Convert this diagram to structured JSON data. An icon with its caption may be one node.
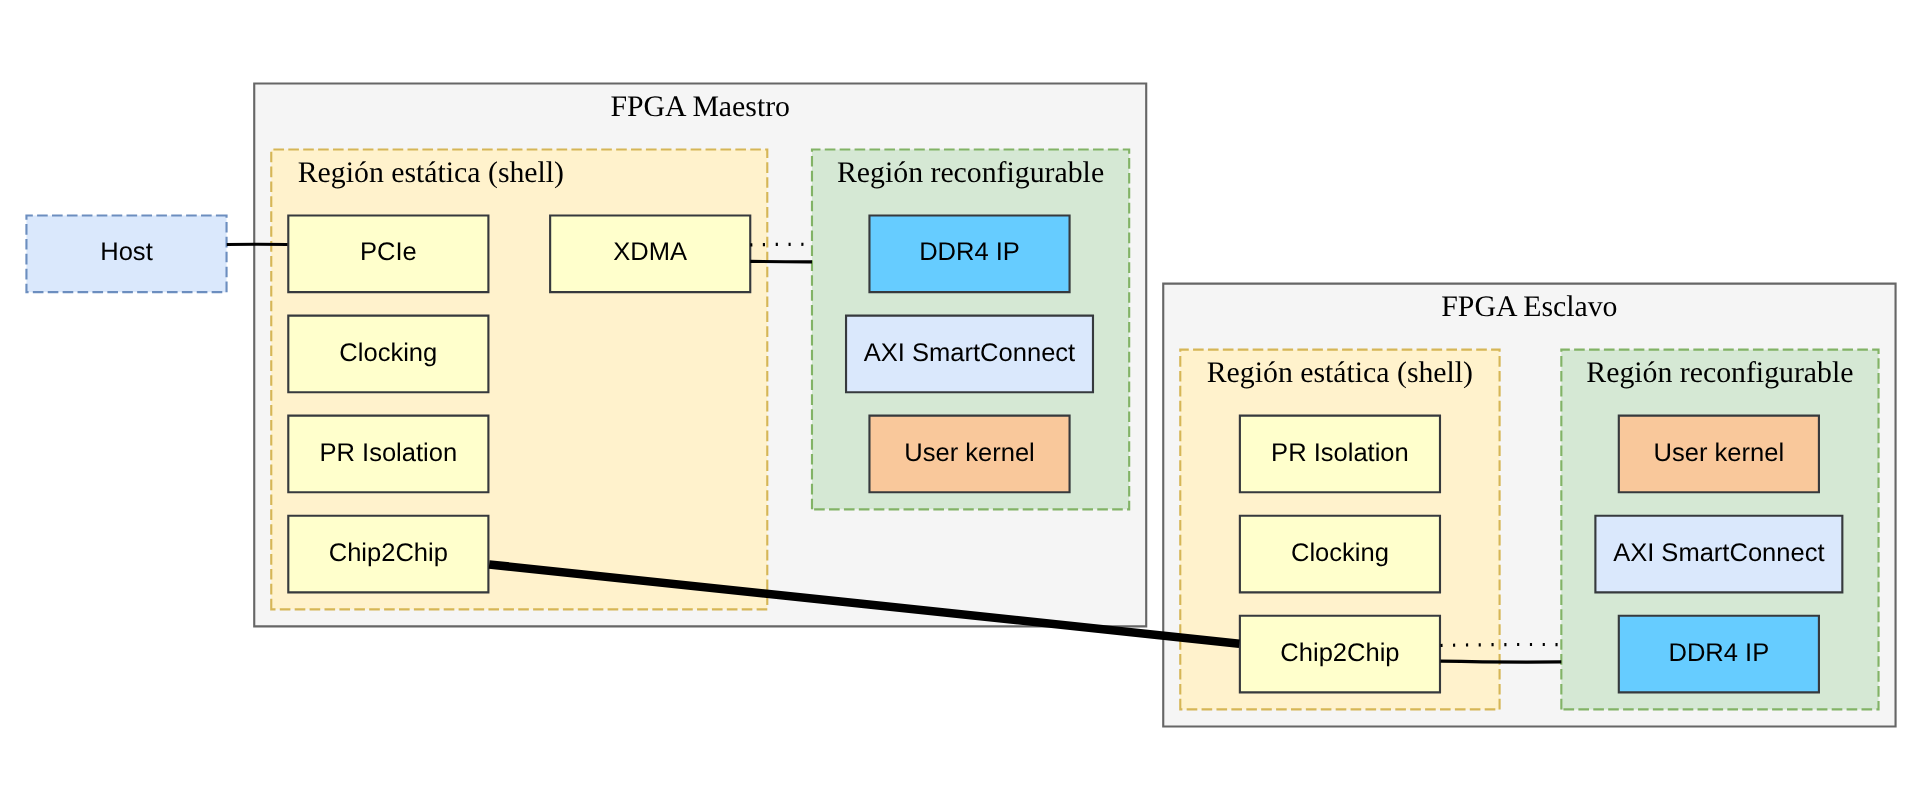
{
  "diagram": {
    "nodes": [
      {
        "text": [
          "Host"
        ]
      },
      {
        "text": [
          "FPGA Maestro"
        ]
      },
      {
        "text": [
          "Región estática (shell)"
        ],
        "in": 1
      },
      {
        "text": [
          "Chip2Chip"
        ],
        "in": 2
      },
      {
        "text": [
          "Clocking"
        ],
        "in": 2
      },
      {
        "text": [
          "PR Isolation"
        ],
        "in": 2
      },
      {
        "text": [
          "PCIe"
        ],
        "in": 2
      },
      {
        "text": [
          "XDMA"
        ],
        "in": 2
      },
      {
        "text": [
          "Región reconfigurable"
        ],
        "in": 1
      },
      {
        "text": [
          "DDR4 IP"
        ],
        "in": 8
      },
      {
        "text": [
          "AXI SmartConnect"
        ],
        "in": 8
      },
      {
        "text": [
          "User kernel"
        ],
        "in": 8
      },
      {
        "text": [
          "FPGA Esclavo"
        ]
      },
      {
        "text": [
          "Región estática (shell)"
        ],
        "in": 12
      },
      {
        "text": [
          "Chip2Chip"
        ],
        "in": 13
      },
      {
        "text": [
          "Clocking"
        ],
        "in": 13
      },
      {
        "text": [
          "PR Isolation"
        ],
        "in": 13
      },
      {
        "text": [
          "Región reconfigurable"
        ],
        "in": 12
      },
      {
        "text": [
          "DDR4 IP"
        ],
        "in": 17
      },
      {
        "text": [
          "AXI SmartConnect"
        ],
        "in": 17
      },
      {
        "text": [
          "User kernel"
        ],
        "in": 17
      }
    ],
    "edges": [
      {
        "from": 0,
        "to": 6,
        "arrow": "none"
      },
      {
        "from": 3,
        "to": 14,
        "arrow": "none",
        "style": "thick"
      },
      {
        "from": 7,
        "to": 8,
        "arrow": "none"
      },
      {
        "from": 7,
        "to": 8,
        "arrow": "none",
        "style": "dashed"
      },
      {
        "from": 14,
        "to": 17,
        "arrow": "none"
      },
      {
        "from": 14,
        "to": 17,
        "arrow": "none",
        "style": "dashed"
      }
    ]
  }
}
